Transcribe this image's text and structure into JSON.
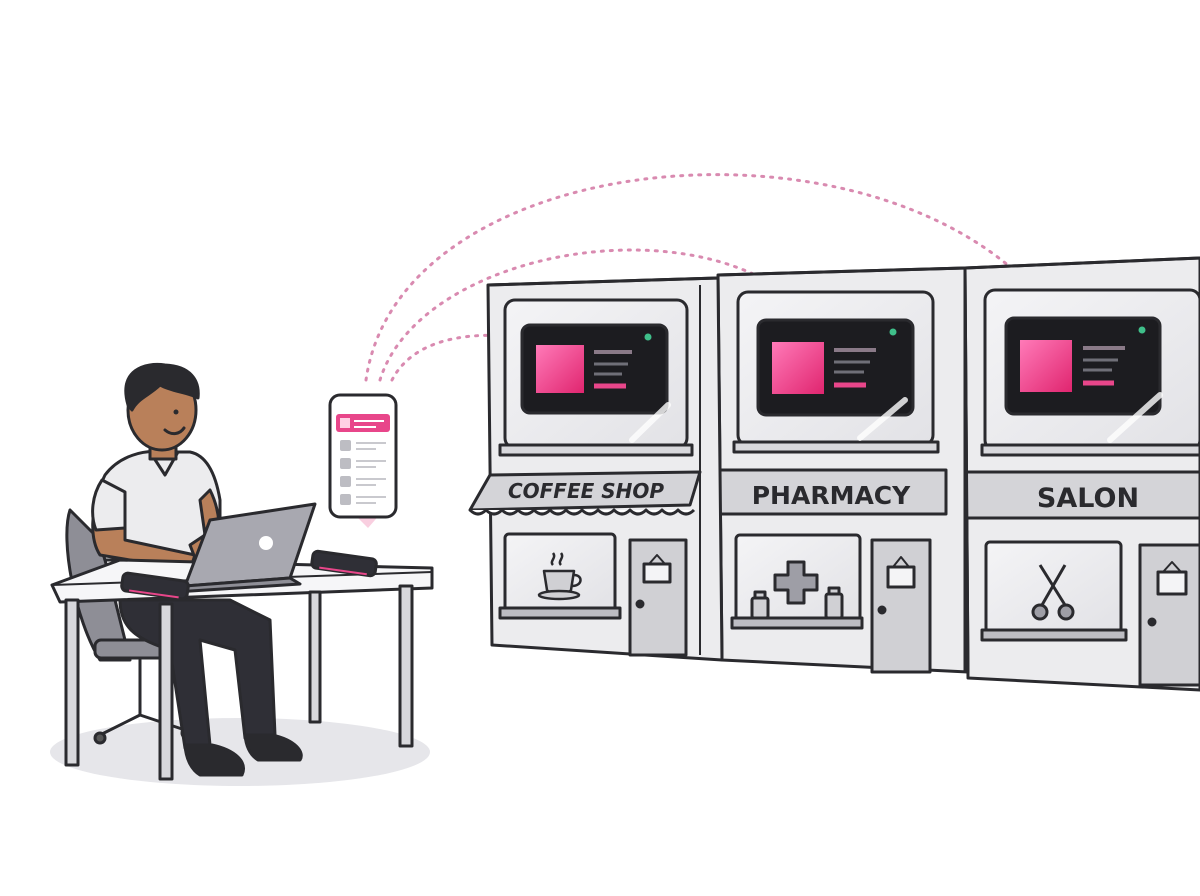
{
  "stores": {
    "coffee": {
      "sign": "COFFEE SHOP"
    },
    "pharmacy": {
      "sign": "PHARMACY"
    },
    "salon": {
      "sign": "SALON"
    }
  },
  "colors": {
    "accent": "#e8468a",
    "accent_dark": "#c2185b",
    "screen": "#1c1c20",
    "status_led": "#3fbf8a",
    "building": "#ececee",
    "outline": "#2a2a2e",
    "dotted_link": "#d98ab0"
  },
  "icons": [
    "person",
    "laptop",
    "smartphone",
    "coffee-cup-icon",
    "medical-cross-icon",
    "scissors-icon",
    "door-sign-icon"
  ]
}
